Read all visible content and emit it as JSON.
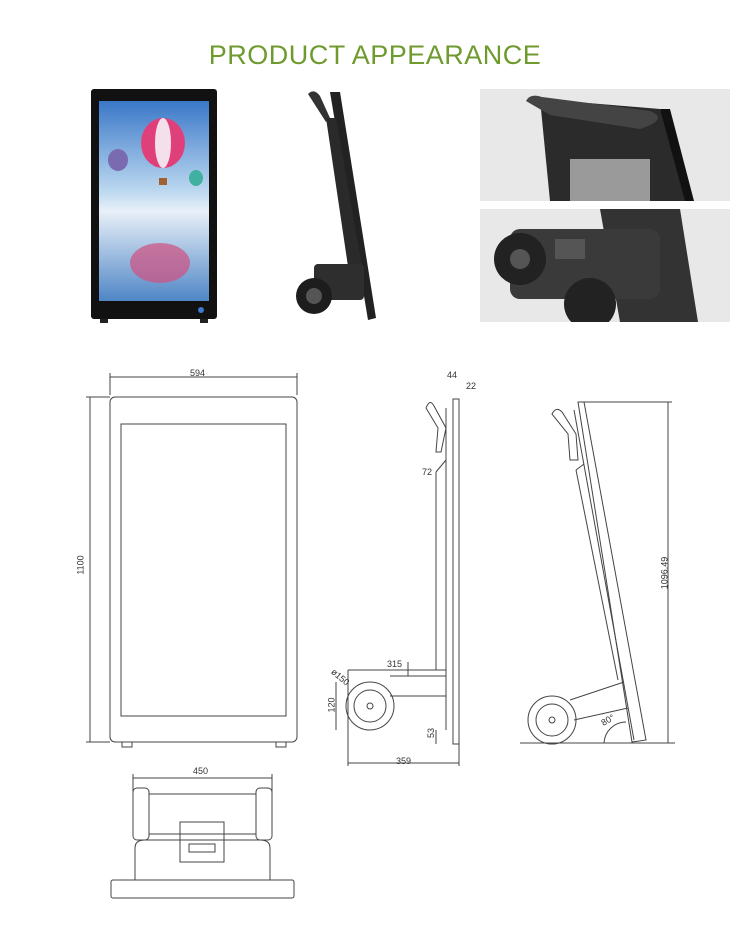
{
  "title": "PRODUCT APPEARANCE",
  "colors": {
    "accent": "#6f9a2e"
  },
  "dimensions": {
    "front_width": "594",
    "front_height": "1100",
    "side_depth_top": "44",
    "side_panel": "22",
    "side_mid": "72",
    "side_base": "315",
    "wheel_diameter": "ø150",
    "wheel_height": "120",
    "foot_height": "53",
    "side_total_depth": "359",
    "tilted_height": "1096.49",
    "tilt_angle": "80°",
    "bottom_width": "450"
  }
}
